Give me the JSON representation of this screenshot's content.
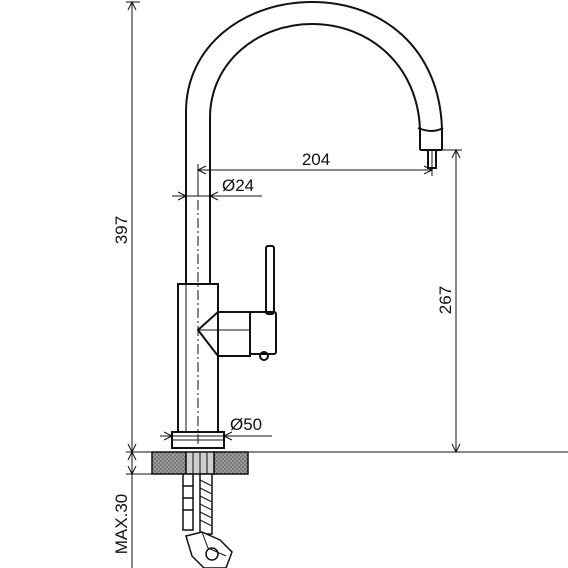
{
  "dimensions": {
    "total_height": "397",
    "spout_reach": "204",
    "spout_diameter": "Ø24",
    "spout_height": "267",
    "base_diameter": "Ø50",
    "max_thickness": "MAX.30"
  },
  "colors": {
    "line": "#111111",
    "hatch_fill": "#9a9a9a",
    "background": "#ffffff"
  }
}
